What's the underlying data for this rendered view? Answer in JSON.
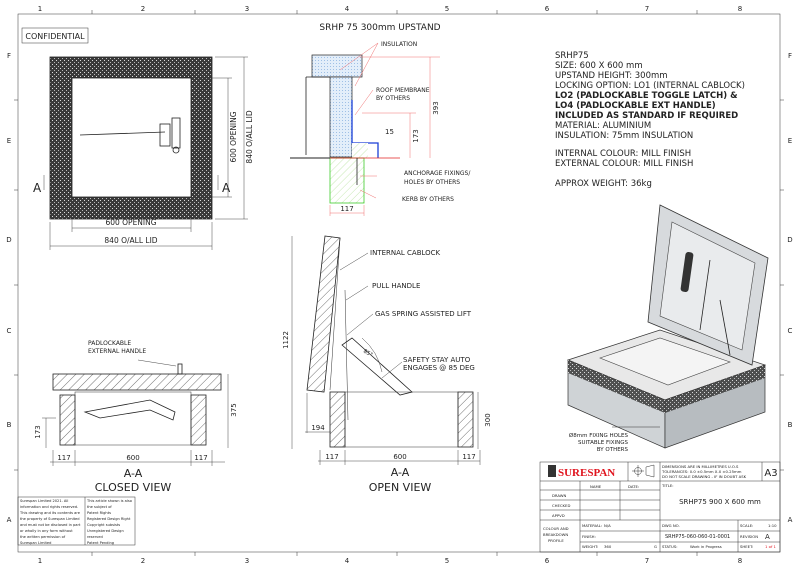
{
  "sheet": {
    "columns": [
      "1",
      "2",
      "3",
      "4",
      "5",
      "6",
      "7",
      "8"
    ],
    "rows": [
      "F",
      "E",
      "D",
      "C",
      "B",
      "A"
    ],
    "confidential": "CONFIDENTIAL"
  },
  "top_view": {
    "dim_opening_h": "600 OPENING",
    "dim_lid_h": "840 O/ALL LID",
    "dim_opening_v": "600 OPENING",
    "dim_lid_v": "840 O/ALL LID",
    "section_marker": "A"
  },
  "upstand_detail": {
    "title": "SRHP 75 300mm UPSTAND",
    "labels": {
      "insulation": "INSULATION",
      "roof_membrane_1": "ROOF MEMBRANE",
      "roof_membrane_2": "BY OTHERS",
      "anchorage_1": "ANCHORAGE FIXINGS/",
      "anchorage_2": "HOLES BY OTHERS",
      "kerb": "KERB BY OTHERS"
    },
    "dims": {
      "d393": "393",
      "d173": "173",
      "d15": "15",
      "d117": "117"
    }
  },
  "closed_view": {
    "label_1": "PADLOCKABLE",
    "label_2": "EXTERNAL HANDLE",
    "dims": {
      "d173": "173",
      "d375": "375",
      "d117a": "117",
      "d600": "600",
      "d117b": "117"
    },
    "caption_1": "A-A",
    "caption_2": "CLOSED VIEW"
  },
  "open_view": {
    "labels": {
      "cablock": "INTERNAL CABLOCK",
      "pull_handle": "PULL HANDLE",
      "gas_spring": "GAS SPRING ASSISTED LIFT",
      "safety_1": "SAFETY STAY AUTO",
      "safety_2": "ENGAGES @ 85 DEG",
      "angle": "85°"
    },
    "dims": {
      "d1122": "1122",
      "d194": "194",
      "d300": "300",
      "d117a": "117",
      "d600": "600",
      "d117b": "117"
    },
    "caption_1": "A-A",
    "caption_2": "OPEN VIEW"
  },
  "notes": {
    "lines": [
      "SRHP75",
      "SIZE: 600 X 600 mm",
      "UPSTAND HEIGHT: 300mm",
      "LOCKING OPTION: LO1 (INTERNAL CABLOCK)"
    ],
    "bold_lines": [
      "LO2 (PADLOCKABLE TOGGLE LATCH) &",
      "LO4 (PADLOCKABLE EXT HANDLE)",
      "INCLUDED AS STANDARD IF REQUIRED"
    ],
    "material": "MATERIAL: ALUMINIUM",
    "insulation": "INSULATION: 75mm INSULATION",
    "internal_colour": "INTERNAL COLOUR: MILL FINISH",
    "external_colour": "EXTERNAL COLOUR: MILL FINISH",
    "weight": "APPROX WEIGHT: 36kg"
  },
  "iso_view": {
    "fixing_1": "Ø8mm FIXING HOLES",
    "fixing_2": "SUITABLE FIXINGS",
    "fixing_3": "BY OTHERS"
  },
  "copyright_box": {
    "left": [
      "Surespan Limited 2021. All",
      "information and rights reserved.",
      "This drawing and its contents are",
      "the property of Surespan Limited",
      "and must not be disclosed in part",
      "or wholly in any form without",
      "the written permission of",
      "Surespan Limited"
    ],
    "right": [
      "This article shown is also",
      "the subject of",
      "Patent Rights",
      "Registered Design Right",
      "Copyright subsists",
      "Unregistered Design",
      "reserved",
      "Patent Pending"
    ]
  },
  "title_block": {
    "logo": "SURESPAN",
    "brand_color": "#e0141e",
    "tolerance_lines": [
      "DIMENSIONS ARE IN MILLIMETRES U.O.S",
      "TOLERANCES: 0.0 ±0.5mm  X.X ±0.25mm",
      "DO NOT SCALE DRAWING - IF IN DOUBT ASK"
    ],
    "paper_size": "A3",
    "headers": {
      "name": "NAME",
      "date": "DATE:",
      "title": "TITLE:"
    },
    "roles": [
      "DRAWN",
      "CHECKED",
      "APPVD"
    ],
    "title": "SRHP75 900 X 600 mm",
    "colour_note": [
      "COLOUR AND",
      "BREAKDOWN",
      "PROFILE"
    ],
    "material_label": "MATERIAL:",
    "material_value": "N/A",
    "finish_label": "FINISH:",
    "weight_label": "WEIGHT:",
    "weight_value": "360",
    "weight_unit": "G",
    "dwg_label": "DWG NO.",
    "dwg_no": "SRHP75-060-060-01-0001",
    "status_label": "STATUS:",
    "status_value": "Work in Progress",
    "scale_label": "SCALE:",
    "scale_value": "1:10",
    "revision_label": "REVISION",
    "revision_value": "A",
    "sheet_label": "SHEET:",
    "sheet_value": "1 of 1"
  }
}
